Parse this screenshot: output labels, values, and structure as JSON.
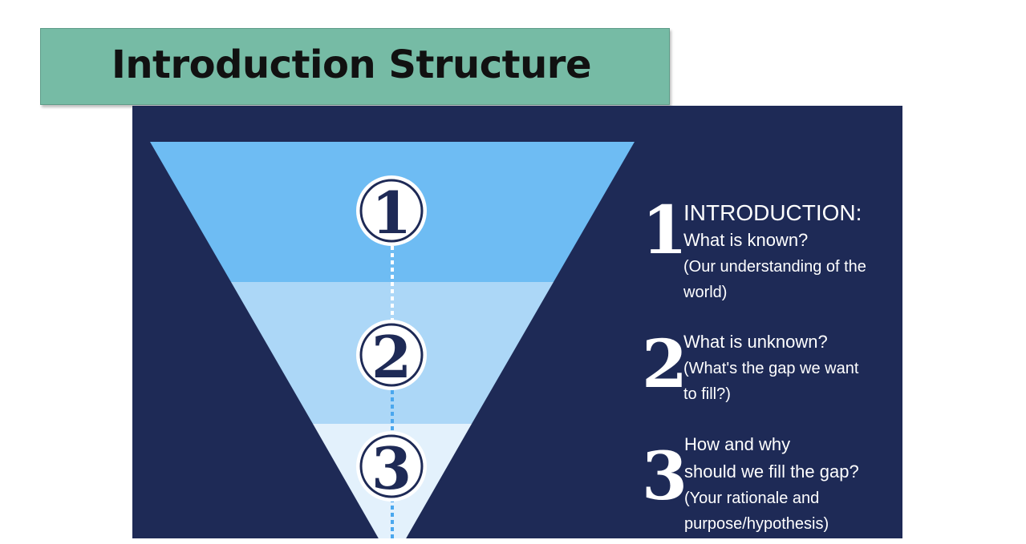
{
  "title": "Introduction Structure",
  "colors": {
    "title_bar": "#76bba5",
    "panel": "#1e2a56",
    "funnel_band_1": "#6ebcf3",
    "funnel_band_2": "#acd7f7",
    "funnel_band_3": "#e3f1fc",
    "connector": "#4aa7ee"
  },
  "funnel": {
    "steps": [
      {
        "number": "1"
      },
      {
        "number": "2"
      },
      {
        "number": "3"
      }
    ]
  },
  "steps": [
    {
      "number": "1",
      "heading": "INTRODUCTION:",
      "line": "What is known?",
      "sub1": "(Our understanding of the",
      "sub2": "world)"
    },
    {
      "number": "2",
      "line": "What is unknown?",
      "sub1": "(What's the gap we want",
      "sub2": "to fill?)"
    },
    {
      "number": "3",
      "line1": "How and why",
      "line2": "should we fill the gap?",
      "sub1": "(Your rationale and",
      "sub2": "purpose/hypothesis)"
    }
  ]
}
